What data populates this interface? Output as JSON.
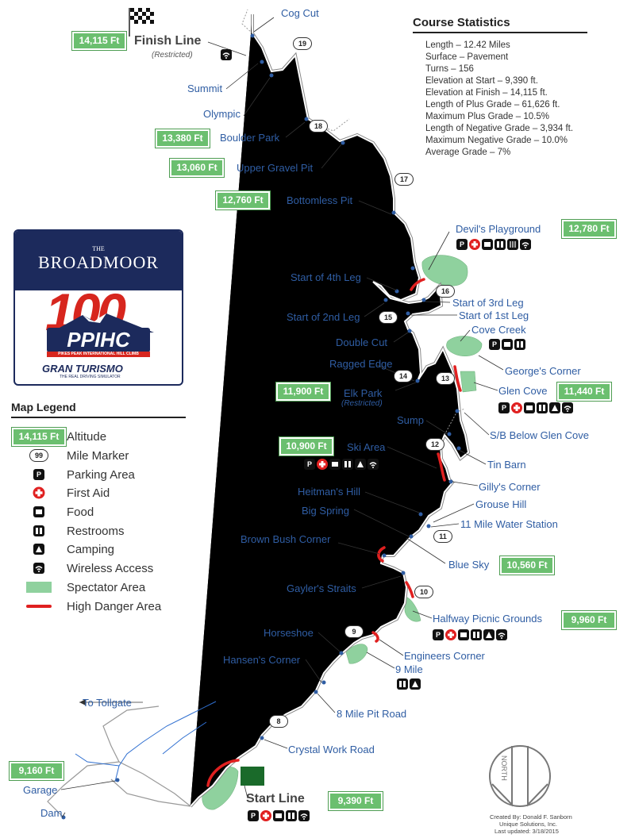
{
  "stats": {
    "title": "Course Statistics",
    "lines": [
      "Length – 12.42 Miles",
      "Surface – Pavement",
      "Turns – 156",
      "Elevation at Start – 9,390 ft.",
      "Elevation at Finish – 14,115 ft.",
      "Length of Plus Grade – 61,626 ft.",
      "Maximum Plus Grade – 10.5%",
      "Length of Negative Grade – 3,934 ft.",
      "Maximum Negative Grade – 10.0%",
      "Average Grade – 7%"
    ]
  },
  "legend": {
    "title": "Map Legend",
    "items": [
      {
        "symbol": "14,115 Ft",
        "label": "Altitude"
      },
      {
        "symbol": "99",
        "label": "Mile Marker"
      },
      {
        "symbol": "P",
        "label": "Parking Area"
      },
      {
        "symbol": "+",
        "label": "First Aid"
      },
      {
        "symbol": "food-icon",
        "label": "Food"
      },
      {
        "symbol": "restroom-icon",
        "label": "Restrooms"
      },
      {
        "symbol": "camping-icon",
        "label": "Camping"
      },
      {
        "symbol": "wifi-icon",
        "label": "Wireless Access"
      },
      {
        "symbol": "spectator",
        "label": "Spectator Area"
      },
      {
        "symbol": "danger",
        "label": "High Danger Area"
      }
    ]
  },
  "logo": {
    "brand_the": "THE",
    "brand": "BROADMOOR",
    "number": "100",
    "event": "PPIHC",
    "event_full": "PIKES PEAK INTERNATIONAL HILL CLIMB",
    "sponsor": "GRAN TURISMO",
    "sponsor_tag": "THE REAL DRIVING SIMULATOR"
  },
  "altitudes": {
    "finish": "14,115 Ft",
    "boulder": "13,380 Ft",
    "gravel": "13,060 Ft",
    "bottomless": "12,760 Ft",
    "devils": "12,780 Ft",
    "elk": "11,900 Ft",
    "glen": "11,440 Ft",
    "ski": "10,900 Ft",
    "bluesky": "10,560 Ft",
    "halfway": "9,960 Ft",
    "garage": "9,160 Ft",
    "start": "9,390 Ft"
  },
  "places": {
    "cog_cut": "Cog Cut",
    "finish_line": "Finish Line",
    "restricted": "(Restricted)",
    "summit": "Summit",
    "olympic": "Olympic",
    "boulder_park": "Boulder Park",
    "upper_gravel_pit": "Upper Gravel Pit",
    "bottomless_pit": "Bottomless Pit",
    "devils_playground": "Devil's Playground",
    "start_4th": "Start of 4th Leg",
    "start_3rd": "Start of 3rd Leg",
    "start_2nd": "Start of 2nd Leg",
    "start_1st": "Start of 1st Leg",
    "cove_creek": "Cove Creek",
    "double_cut": "Double Cut",
    "georges_corner": "George's Corner",
    "ragged_edge": "Ragged Edge",
    "glen_cove": "Glen Cove",
    "elk_park": "Elk Park",
    "elk_restricted": "(Restricted)",
    "sump": "Sump",
    "sb_below": "S/B Below Glen Cove",
    "ski_area": "Ski Area",
    "tin_barn": "Tin Barn",
    "gillys_corner": "Gilly's Corner",
    "heitmans_hill": "Heitman's Hill",
    "grouse_hill": "Grouse Hill",
    "big_spring": "Big Spring",
    "water_station": "11 Mile Water Station",
    "brown_bush": "Brown Bush Corner",
    "blue_sky": "Blue Sky",
    "gaylers": "Gayler's Straits",
    "halfway_picnic": "Halfway Picnic Grounds",
    "horseshoe": "Horseshoe",
    "engineers": "Engineers Corner",
    "hansens": "Hansen's Corner",
    "nine_mile": "9 Mile",
    "eight_mile": "8 Mile Pit Road",
    "tollgate": "To Tollgate",
    "crystal": "Crystal Work Road",
    "garage": "Garage",
    "dam": "Dam",
    "start_line": "Start Line"
  },
  "mile_markers": [
    "19",
    "18",
    "17",
    "16",
    "15",
    "14",
    "13",
    "12",
    "11",
    "10",
    "9",
    "8"
  ],
  "compass": "NORTH",
  "credit": [
    "Created By: Donald F. Sanborn",
    "Unique Solutions, Inc.",
    "Last updated:  3/18/2015"
  ],
  "colors": {
    "altitude": "#6bbf6f",
    "spectator": "#8fd19e",
    "danger": "#e02020",
    "label": "#2f5da3",
    "logo_navy": "#1c2a5c",
    "logo_red": "#d7261e"
  }
}
